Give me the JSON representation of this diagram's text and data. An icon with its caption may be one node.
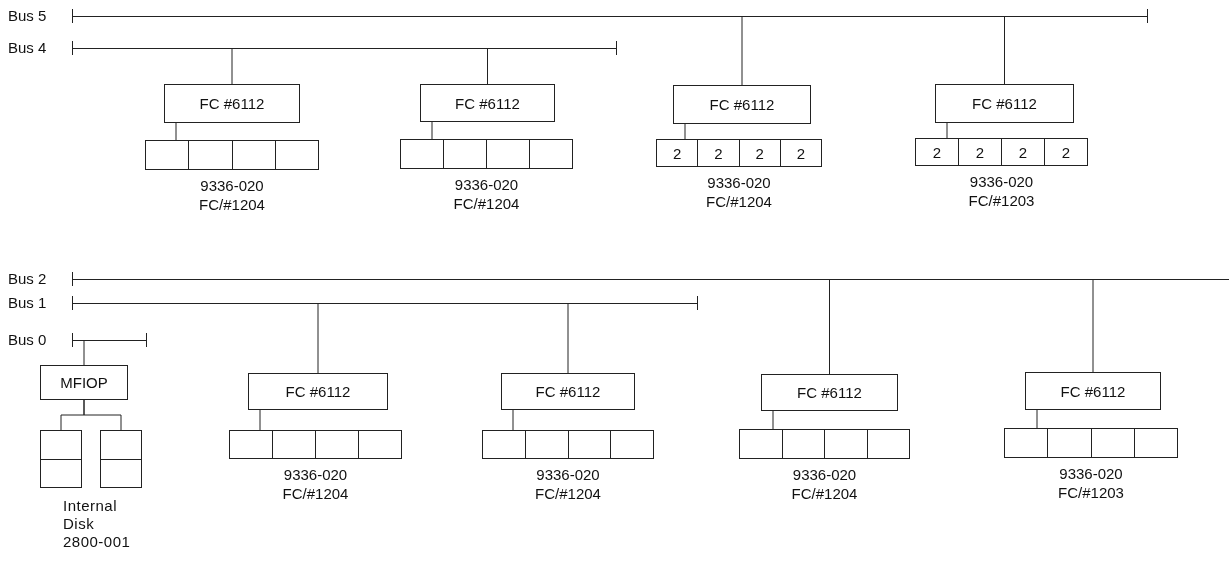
{
  "diagram": {
    "nodes": [
      {
        "text": [
          "Bus 5"
        ]
      },
      {
        "text": [
          "Bus 4"
        ]
      },
      {
        "text": [
          "FC #6112"
        ]
      },
      {
        "text": [],
        "shape": "box",
        "beside": [
          "9336-020",
          "FC/#1204"
        ]
      },
      {
        "text": [],
        "shape": "box",
        "in": 3
      },
      {
        "text": [],
        "shape": "box",
        "in": 3
      },
      {
        "text": [],
        "shape": "box",
        "in": 3
      },
      {
        "text": [],
        "shape": "box",
        "in": 3
      },
      {
        "text": [
          "FC #6112"
        ]
      },
      {
        "text": [],
        "shape": "box",
        "beside": [
          "9336-020",
          "FC/#1204"
        ]
      },
      {
        "text": [],
        "shape": "box",
        "in": 9
      },
      {
        "text": [],
        "shape": "box",
        "in": 9
      },
      {
        "text": [],
        "shape": "box",
        "in": 9
      },
      {
        "text": [],
        "shape": "box",
        "in": 9
      },
      {
        "text": [
          "FC #6112"
        ]
      },
      {
        "text": [],
        "shape": "box",
        "beside": [
          "9336-020",
          "FC/#1204"
        ]
      },
      {
        "text": [
          "2"
        ],
        "in": 15
      },
      {
        "text": [
          "2"
        ],
        "in": 15
      },
      {
        "text": [
          "2"
        ],
        "in": 15
      },
      {
        "text": [
          "2"
        ],
        "in": 15
      },
      {
        "text": [
          "FC #6112"
        ]
      },
      {
        "text": [],
        "shape": "box",
        "beside": [
          "9336-020",
          "FC/#1203"
        ]
      },
      {
        "text": [
          "2"
        ],
        "in": 21
      },
      {
        "text": [
          "2"
        ],
        "in": 21
      },
      {
        "text": [
          "2"
        ],
        "in": 21
      },
      {
        "text": [
          "2"
        ],
        "in": 21
      },
      {
        "text": [
          "Bus 2"
        ]
      },
      {
        "text": [
          "Bus 1"
        ]
      },
      {
        "text": [
          "Bus 0"
        ]
      },
      {
        "text": [
          "MFIOP"
        ]
      },
      {
        "text": [],
        "shape": "box"
      },
      {
        "text": [],
        "shape": "box"
      },
      {
        "text": [
          "FC #6112"
        ]
      },
      {
        "text": [],
        "shape": "box",
        "beside": [
          "9336-020",
          "FC/#1204"
        ]
      },
      {
        "text": [],
        "shape": "box",
        "in": 33
      },
      {
        "text": [],
        "shape": "box",
        "in": 33
      },
      {
        "text": [],
        "shape": "box",
        "in": 33
      },
      {
        "text": [],
        "shape": "box",
        "in": 33
      },
      {
        "text": [
          "FC #6112"
        ]
      },
      {
        "text": [],
        "shape": "box",
        "beside": [
          "9336-020",
          "FC/#1204"
        ]
      },
      {
        "text": [],
        "shape": "box",
        "in": 39
      },
      {
        "text": [],
        "shape": "box",
        "in": 39
      },
      {
        "text": [],
        "shape": "box",
        "in": 39
      },
      {
        "text": [],
        "shape": "box",
        "in": 39
      },
      {
        "text": [
          "FC #6112"
        ]
      },
      {
        "text": [],
        "shape": "box",
        "beside": [
          "9336-020",
          "FC/#1204"
        ]
      },
      {
        "text": [],
        "shape": "box",
        "in": 45
      },
      {
        "text": [],
        "shape": "box",
        "in": 45
      },
      {
        "text": [],
        "shape": "box",
        "in": 45
      },
      {
        "text": [],
        "shape": "box",
        "in": 45
      },
      {
        "text": [
          "FC #6112"
        ]
      },
      {
        "text": [],
        "shape": "box",
        "beside": [
          "9336-020",
          "FC/#1203"
        ]
      },
      {
        "text": [],
        "shape": "box",
        "in": 51
      },
      {
        "text": [],
        "shape": "box",
        "in": 51
      },
      {
        "text": [],
        "shape": "box",
        "in": 51
      },
      {
        "text": [],
        "shape": "box",
        "in": 51
      }
    ],
    "edges": [
      {
        "from": 1,
        "to": 2,
        "arrow": "none"
      },
      {
        "from": 2,
        "to": 3,
        "arrow": "none"
      },
      {
        "from": 1,
        "to": 8,
        "arrow": "none"
      },
      {
        "from": 8,
        "to": 9,
        "arrow": "none"
      },
      {
        "from": 0,
        "to": 14,
        "arrow": "none"
      },
      {
        "from": 14,
        "to": 15,
        "arrow": "none"
      },
      {
        "from": 0,
        "to": 20,
        "arrow": "none"
      },
      {
        "from": 20,
        "to": 21,
        "arrow": "none"
      },
      {
        "from": 28,
        "to": 29,
        "arrow": "none"
      },
      {
        "from": 29,
        "to": 30,
        "arrow": "none"
      },
      {
        "from": 29,
        "to": 31,
        "arrow": "none"
      },
      {
        "from": 27,
        "to": 32,
        "arrow": "none"
      },
      {
        "from": 32,
        "to": 33,
        "arrow": "none"
      },
      {
        "from": 27,
        "to": 38,
        "arrow": "none"
      },
      {
        "from": 38,
        "to": 39,
        "arrow": "none"
      },
      {
        "from": 26,
        "to": 44,
        "arrow": "none"
      },
      {
        "from": 44,
        "to": 45,
        "arrow": "none"
      },
      {
        "from": 26,
        "to": 50,
        "arrow": "none"
      },
      {
        "from": 50,
        "to": 51,
        "arrow": "none"
      }
    ],
    "labels": [
      "Internal Disk 2800-001"
    ]
  }
}
